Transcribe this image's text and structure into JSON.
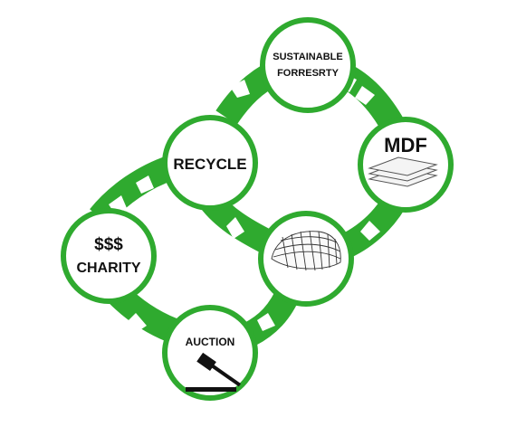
{
  "colors": {
    "ring": "#2faa2f",
    "arrow": "#ffffff",
    "node_border": "#2faa2f",
    "node_fill": "#ffffff",
    "text": "#111111"
  },
  "nodes": {
    "sustainable": {
      "line1": "SUSTAINABLE",
      "line2": "FORRESRTY"
    },
    "mdf": {
      "label": "MDF",
      "icon": "stacked-boards-icon"
    },
    "pod": {
      "icon": "wireframe-pod-icon"
    },
    "auction": {
      "label": "AUCTION",
      "icon": "gavel-icon"
    },
    "charity": {
      "line1": "$$$",
      "line2": "CHARITY"
    },
    "recycle": {
      "label": "RECYCLE"
    }
  }
}
